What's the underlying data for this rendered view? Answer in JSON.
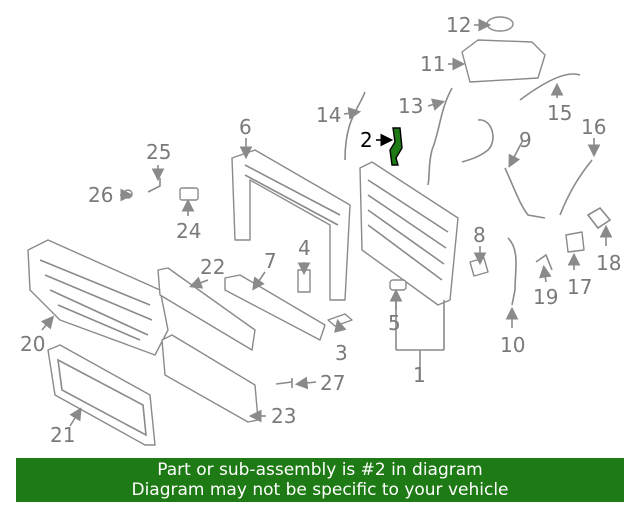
{
  "callouts": [
    {
      "label": "1"
    },
    {
      "label": "2"
    },
    {
      "label": "3"
    },
    {
      "label": "4"
    },
    {
      "label": "5"
    },
    {
      "label": "6"
    },
    {
      "label": "7"
    },
    {
      "label": "8"
    },
    {
      "label": "9"
    },
    {
      "label": "10"
    },
    {
      "label": "11"
    },
    {
      "label": "12"
    },
    {
      "label": "13"
    },
    {
      "label": "14"
    },
    {
      "label": "15"
    },
    {
      "label": "16"
    },
    {
      "label": "17"
    },
    {
      "label": "18"
    },
    {
      "label": "19"
    },
    {
      "label": "20"
    },
    {
      "label": "21"
    },
    {
      "label": "22"
    },
    {
      "label": "23"
    },
    {
      "label": "24"
    },
    {
      "label": "25"
    },
    {
      "label": "26"
    },
    {
      "label": "27"
    }
  ],
  "highlight": {
    "part_number": "2",
    "color": "#1e7a14"
  },
  "banner": {
    "line1": "Part or sub-assembly is #2 in diagram",
    "line2": "Diagram may not be specific to your vehicle",
    "color": "#1e7a14"
  }
}
